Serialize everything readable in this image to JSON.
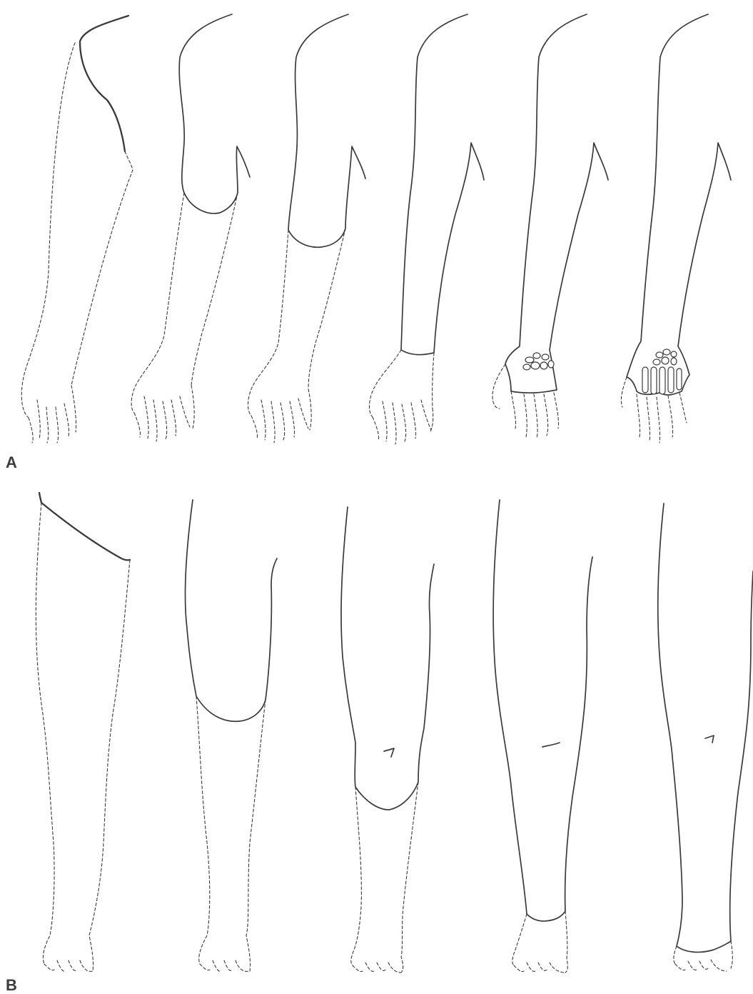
{
  "figure": {
    "panels": [
      {
        "label": "A",
        "limb": "arm",
        "stages": 6
      },
      {
        "label": "B",
        "limb": "leg",
        "stages": 5
      }
    ]
  },
  "colors": {
    "line": "#3a3a3a",
    "background": "#ffffff"
  }
}
